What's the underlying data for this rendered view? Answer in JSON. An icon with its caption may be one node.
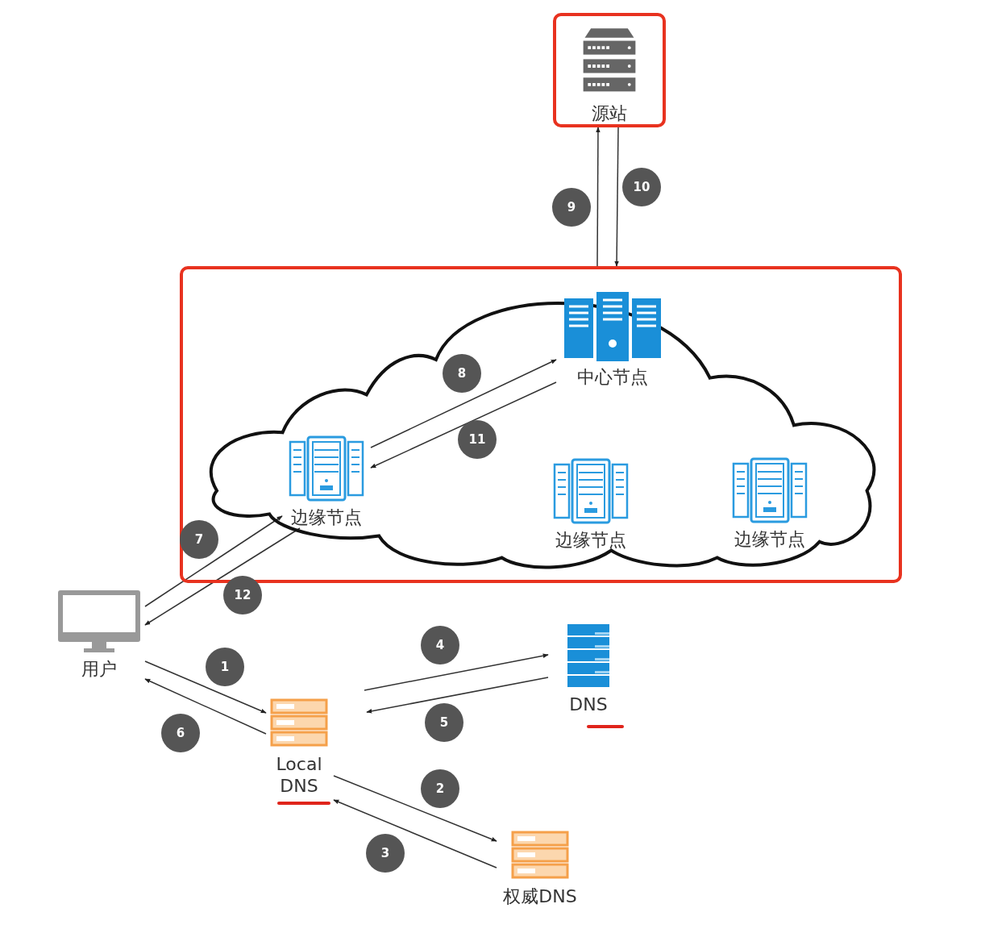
{
  "diagram": {
    "nodes": [
      {
        "text": [
          "源站"
        ]
      },
      {
        "text": [],
        "shape": "box"
      },
      {
        "text": [],
        "shape": "cloud",
        "in": 1
      },
      {
        "text": [
          "中心节点"
        ],
        "in": 2
      },
      {
        "text": [
          "边缘节点"
        ],
        "in": 2
      },
      {
        "text": [
          "边缘节点"
        ],
        "in": 2
      },
      {
        "text": [
          "边缘节点"
        ],
        "in": 2
      },
      {
        "text": [
          "用户"
        ]
      },
      {
        "text": [
          "Local DNS"
        ]
      },
      {
        "text": [
          "DNS"
        ]
      },
      {
        "text": [
          "权威DNS"
        ]
      }
    ],
    "edges": [
      {
        "from": 7,
        "to": 8,
        "arrow": "to",
        "label": "1"
      },
      {
        "from": 8,
        "to": 10,
        "arrow": "to",
        "label": "2"
      },
      {
        "from": 10,
        "to": 8,
        "arrow": "to",
        "label": "3"
      },
      {
        "from": 8,
        "to": 9,
        "arrow": "to",
        "label": "4"
      },
      {
        "from": 9,
        "to": 8,
        "arrow": "to",
        "label": "5"
      },
      {
        "from": 8,
        "to": 7,
        "arrow": "to",
        "label": "6"
      },
      {
        "from": 7,
        "to": 4,
        "arrow": "to",
        "label": "7"
      },
      {
        "from": 4,
        "to": 3,
        "arrow": "to",
        "label": "8"
      },
      {
        "from": 1,
        "to": 0,
        "arrow": "to",
        "label": "9"
      },
      {
        "from": 0,
        "to": 1,
        "arrow": "to",
        "label": "10"
      },
      {
        "from": 3,
        "to": 4,
        "arrow": "to",
        "label": "11"
      },
      {
        "from": 4,
        "to": 7,
        "arrow": "to",
        "label": "12"
      }
    ]
  }
}
